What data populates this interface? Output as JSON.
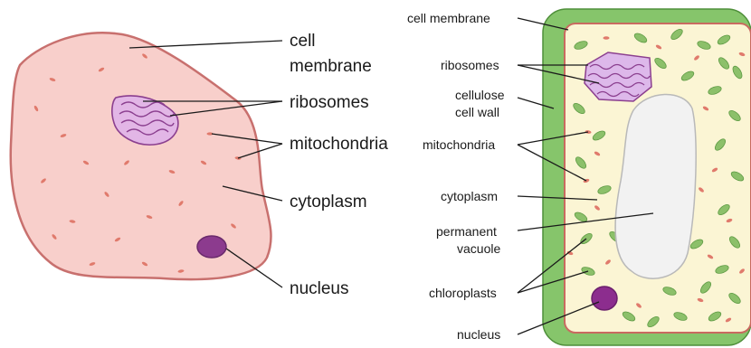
{
  "animal_cell": {
    "labels": {
      "cell_membrane_line1": "cell",
      "cell_membrane_line2": "membrane",
      "ribosomes": "ribosomes",
      "mitochondria": "mitochondria",
      "cytoplasm": "cytoplasm",
      "nucleus": "nucleus"
    },
    "colors": {
      "cytoplasm": "#f8cfcb",
      "membrane": "#c8706e",
      "nucleus": "#8c3b8e",
      "ribosomes": "#c06ec5",
      "mitochondria": "#e07a6c"
    }
  },
  "plant_cell": {
    "labels": {
      "cell_membrane": "cell membrane",
      "ribosomes": "ribosomes",
      "cell_wall_line1": "cellulose",
      "cell_wall_line2": "cell wall",
      "mitochondria": "mitochondria",
      "cytoplasm": "cytoplasm",
      "vacuole_line1": "permanent",
      "vacuole_line2": "vacuole",
      "chloroplasts": "chloroplasts",
      "nucleus": "nucleus"
    },
    "colors": {
      "cell_wall": "#86c56b",
      "cytoplasm": "#fbf5d4",
      "vacuole": "#f2f2f2",
      "chloroplast": "#8cc06a",
      "nucleus": "#8c2d8e",
      "mitochondria": "#e07a6c"
    }
  }
}
